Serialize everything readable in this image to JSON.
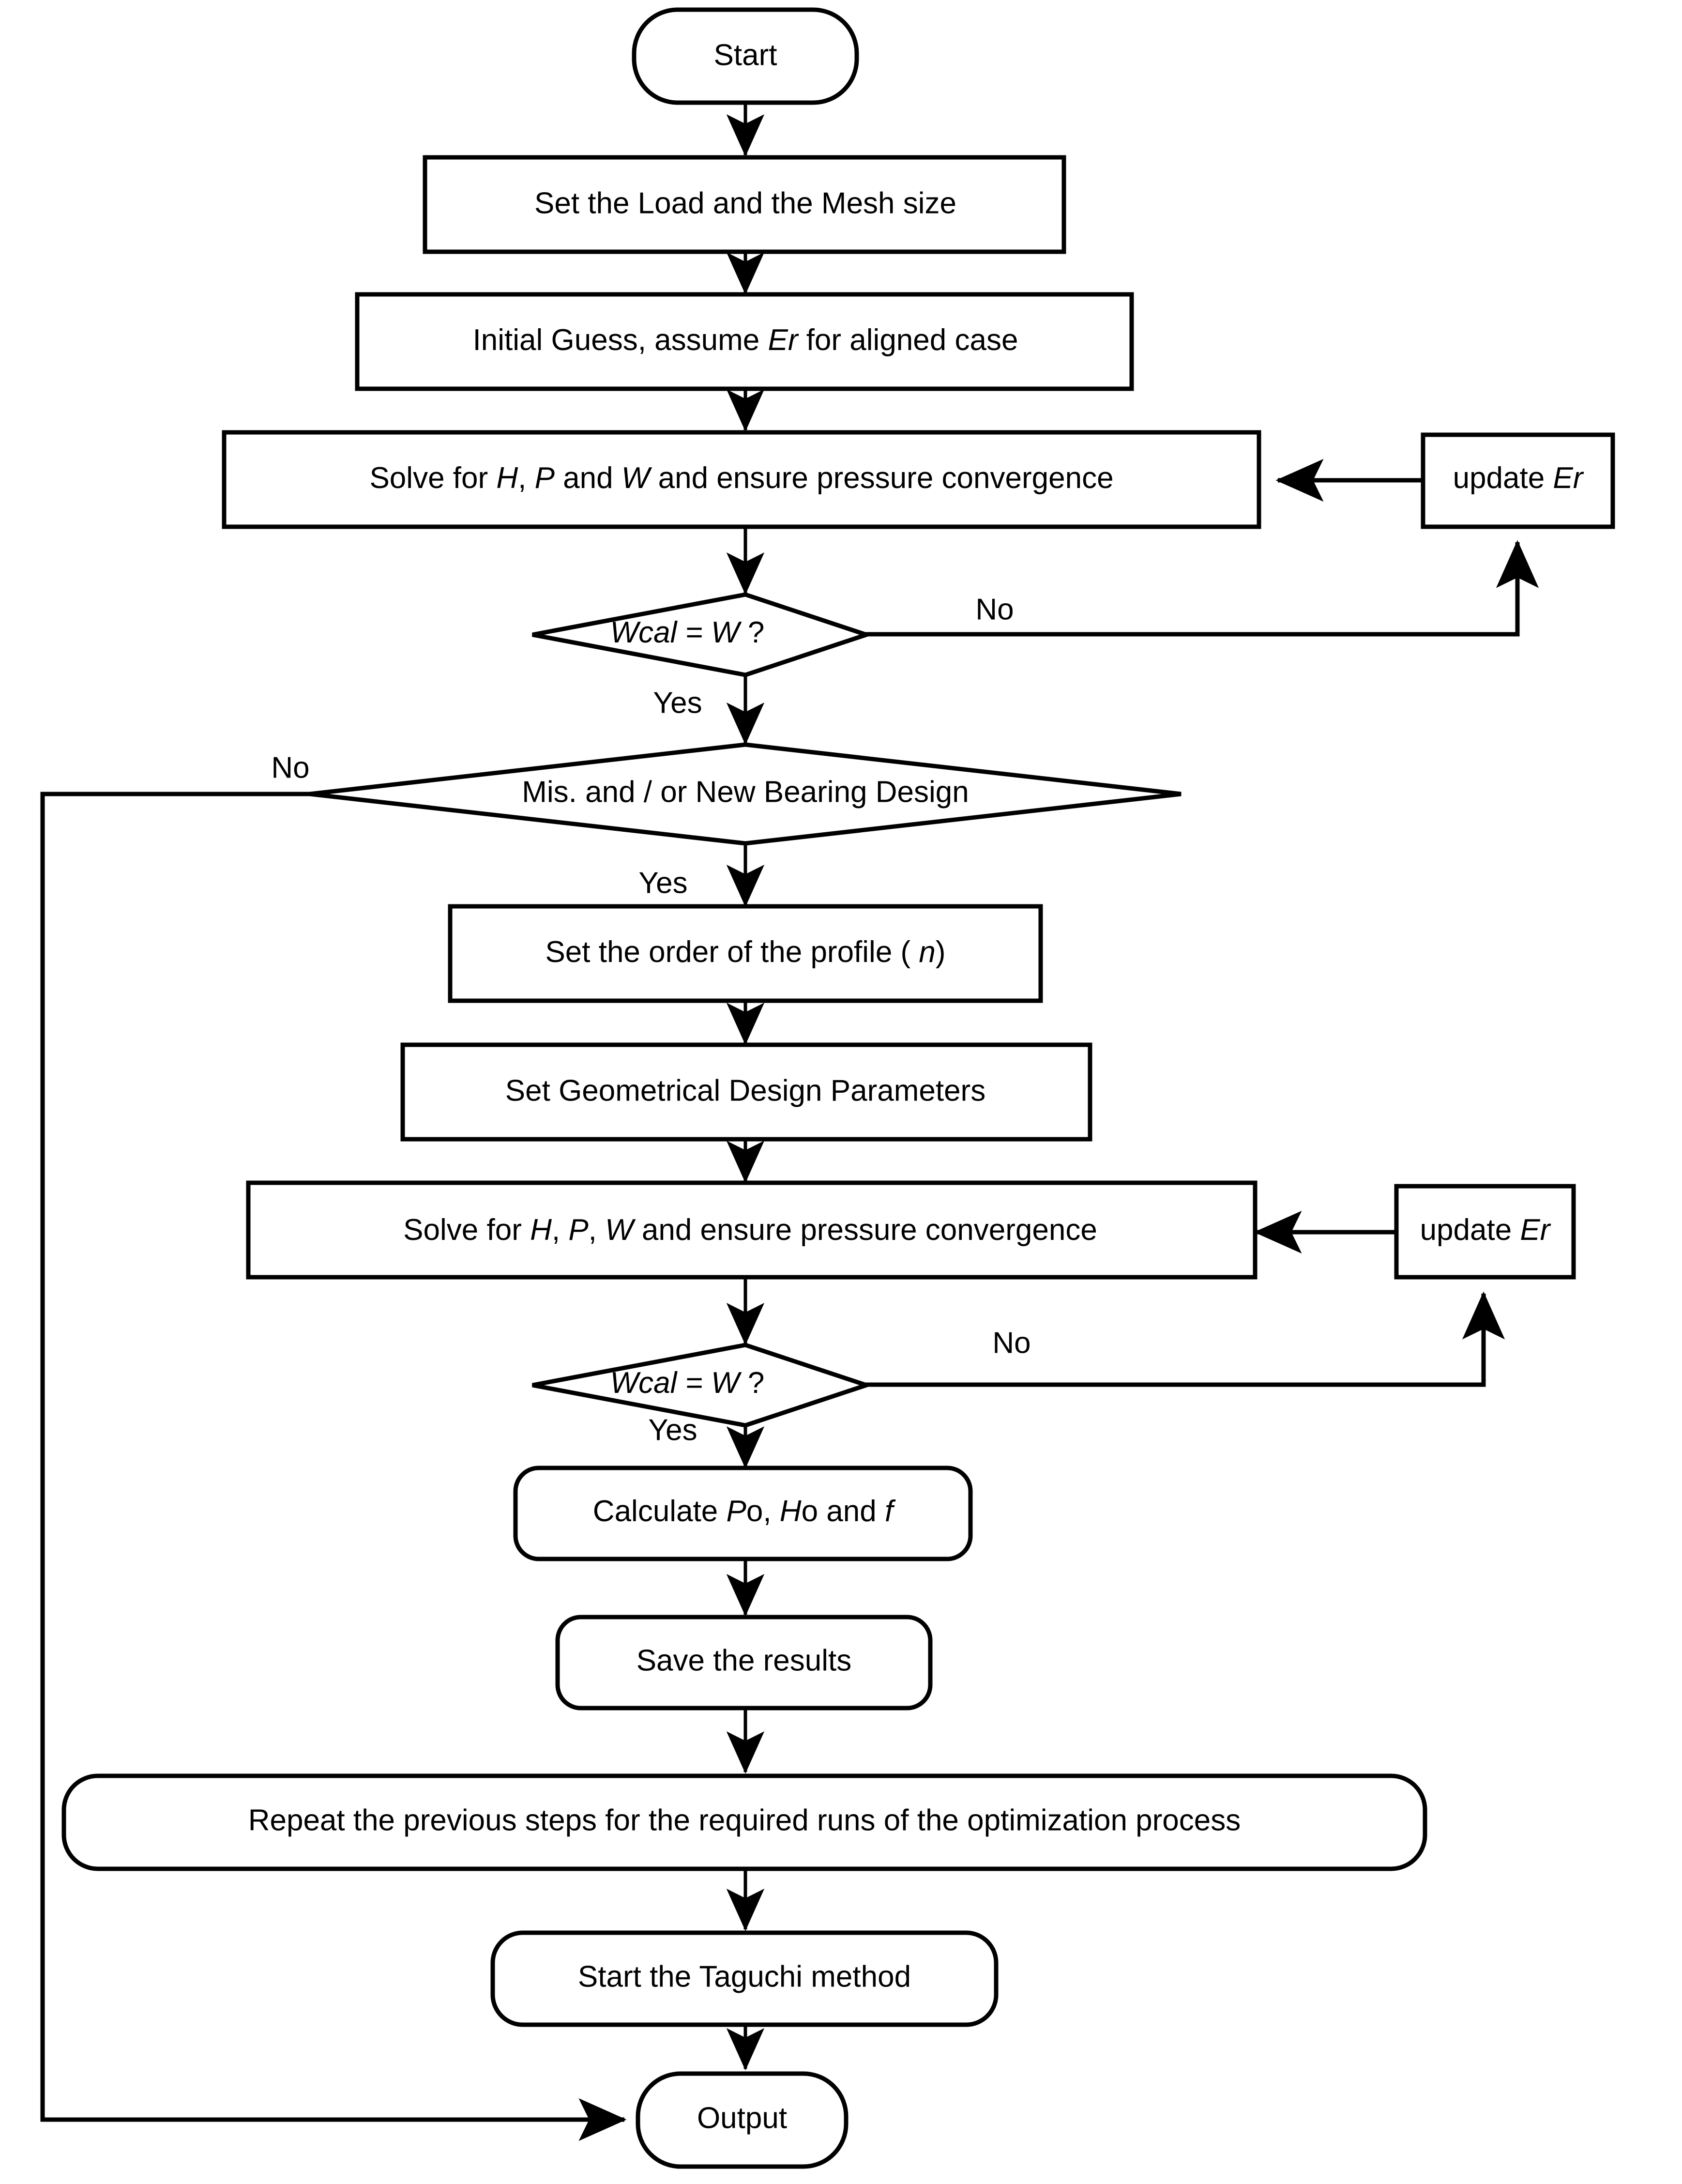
{
  "diagram": {
    "title": "Bearing design optimization flowchart",
    "background_color": "#ffffff",
    "line_color": "#000000",
    "text_color": "#000000"
  },
  "nodes": {
    "start": {
      "label": "Start",
      "shape": "terminator"
    },
    "set_load_mesh": {
      "label": "Set the Load and the Mesh size",
      "shape": "process"
    },
    "initial_guess": {
      "label_pre": "Initial Guess, assume ",
      "label_italic": "Er",
      "label_post": " for aligned case",
      "shape": "process"
    },
    "solve_1": {
      "label_part_1": "Solve for ",
      "label_italic_1": "H",
      "label_part_2": ",  ",
      "label_italic_2": "P",
      "label_part_3": " and ",
      "label_italic_3": "W",
      "label_part_4": " and ensure pressure convergence",
      "shape": "process"
    },
    "update_er_1": {
      "label_pre": "update ",
      "label_italic": "Er",
      "shape": "process"
    },
    "decision_wcal_1": {
      "label_italic": "Wcal = W",
      "label_post": " ?",
      "shape": "decision"
    },
    "decision_mis": {
      "label": "Mis. and / or New Bearing Design",
      "shape": "decision"
    },
    "set_order": {
      "label_pre": "Set the order of the profile ( ",
      "label_italic": "n",
      "label_post": ")",
      "shape": "process"
    },
    "set_geom": {
      "label": "Set Geometrical Design Parameters",
      "shape": "process"
    },
    "solve_2": {
      "label_part_1": "Solve for ",
      "label_italic_1": "H",
      "label_part_2": ",  ",
      "label_italic_2": "P",
      "label_part_3": ", ",
      "label_italic_3": "W",
      "label_part_4": " and ensure pressure convergence",
      "shape": "process"
    },
    "update_er_2": {
      "label_pre": "update ",
      "label_italic": "Er",
      "shape": "process"
    },
    "decision_wcal_2": {
      "label_italic": "Wcal = W",
      "label_post": " ?",
      "shape": "decision"
    },
    "calculate": {
      "label_part_1": "Calculate ",
      "label_italic_1": "P",
      "label_part_2": "o, ",
      "label_italic_2": "H",
      "label_part_3": "o and ",
      "label_italic_3": "f",
      "shape": "rounded"
    },
    "save_results": {
      "label": "Save the results",
      "shape": "rounded"
    },
    "repeat_steps": {
      "label": "Repeat the previous steps for the required runs of the optimization process",
      "shape": "rounded"
    },
    "taguchi": {
      "label": "Start the Taguchi method",
      "shape": "rounded"
    },
    "output": {
      "label": "Output",
      "shape": "terminator"
    }
  },
  "edge_labels": {
    "wcal1_no": "No",
    "wcal1_yes": "Yes",
    "mis_no": "No",
    "mis_yes": "Yes",
    "wcal2_no": "No",
    "wcal2_yes": "Yes"
  }
}
